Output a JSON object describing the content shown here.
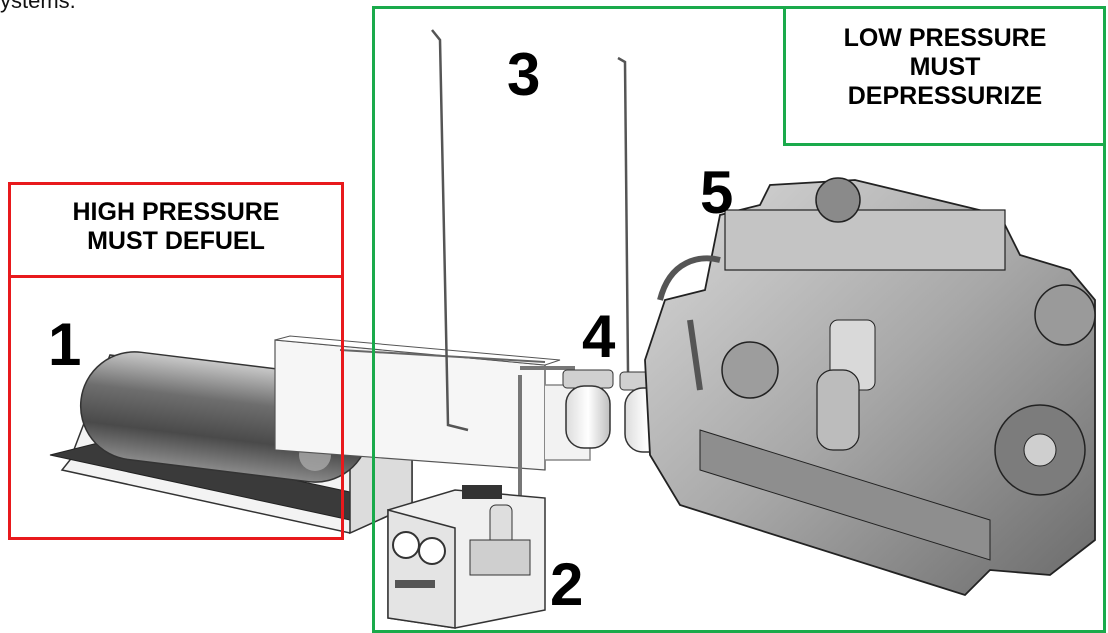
{
  "top_text": "ystems.",
  "high_pressure": {
    "line1": "HIGH PRESSURE",
    "line2": "MUST DEFUEL"
  },
  "low_pressure": {
    "line1": "LOW PRESSURE",
    "line2": "MUST",
    "line3": "DEPRESSURIZE"
  },
  "numbers": [
    "1",
    "2",
    "3",
    "4",
    "5"
  ],
  "colors": {
    "high_pressure": "#e8191c",
    "low_pressure": "#1aaa4b"
  }
}
